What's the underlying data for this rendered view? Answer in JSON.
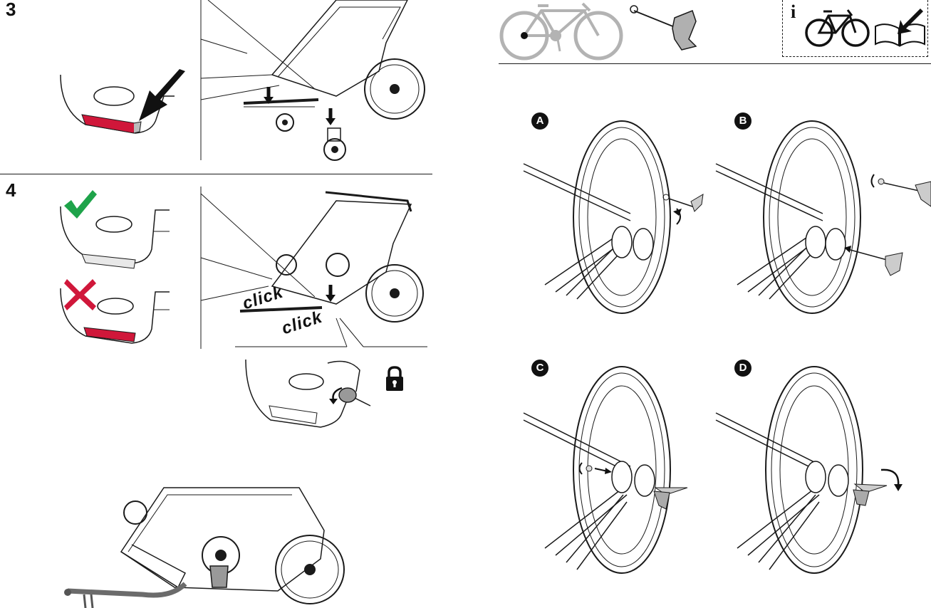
{
  "steps": {
    "step3": {
      "number": "3"
    },
    "step4": {
      "number": "4",
      "click_labels": [
        "click",
        "click"
      ]
    }
  },
  "wheel_steps": [
    {
      "letter": "A"
    },
    {
      "letter": "B"
    },
    {
      "letter": "C"
    },
    {
      "letter": "D"
    }
  ],
  "info_box": {
    "icon": "info-i",
    "glyph": "i"
  },
  "colors": {
    "line": "#1a1a1a",
    "red_band": "#d0173a",
    "check_green": "#1ea34a",
    "cross_red": "#d0173a",
    "gray_bike": "#b3b3b3"
  }
}
